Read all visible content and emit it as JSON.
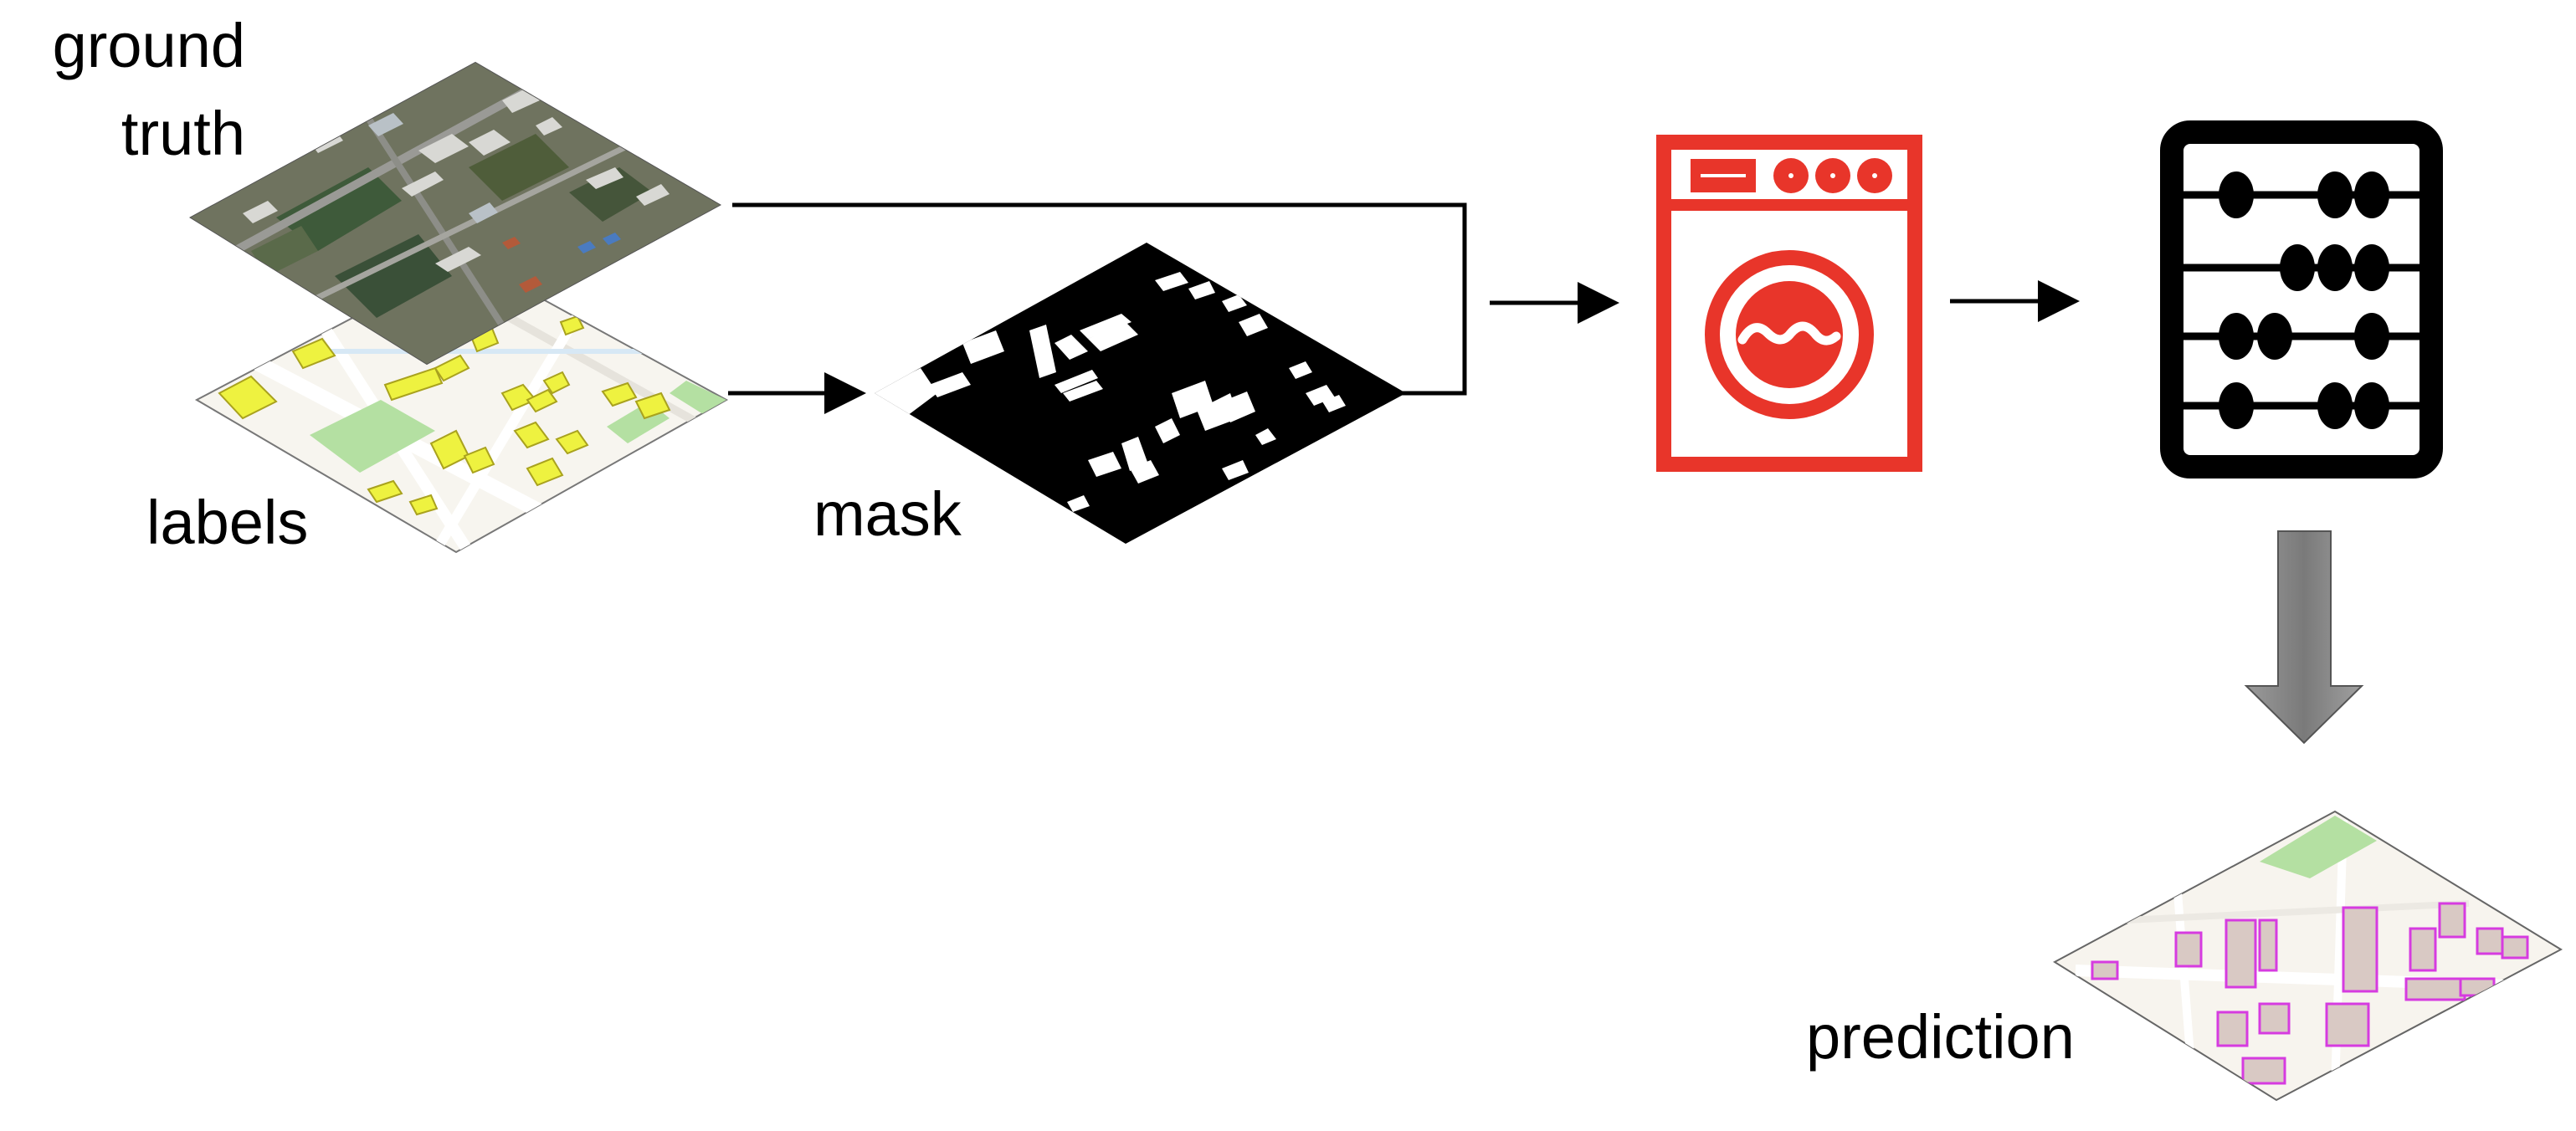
{
  "labels": {
    "ground_truth_line1": "ground",
    "ground_truth_line2": "truth",
    "labels": "labels",
    "mask": "mask",
    "prediction": "prediction"
  },
  "icons": {
    "model": "washing-machine-icon",
    "compute": "abacus-icon"
  },
  "colors": {
    "machine_red": "#e8352a",
    "map_yellow": "#eef240",
    "map_green": "#b4e0a2",
    "map_building": "#d9c9c4",
    "building_outline": "#d63be0",
    "arrow_gray": "#808080"
  }
}
